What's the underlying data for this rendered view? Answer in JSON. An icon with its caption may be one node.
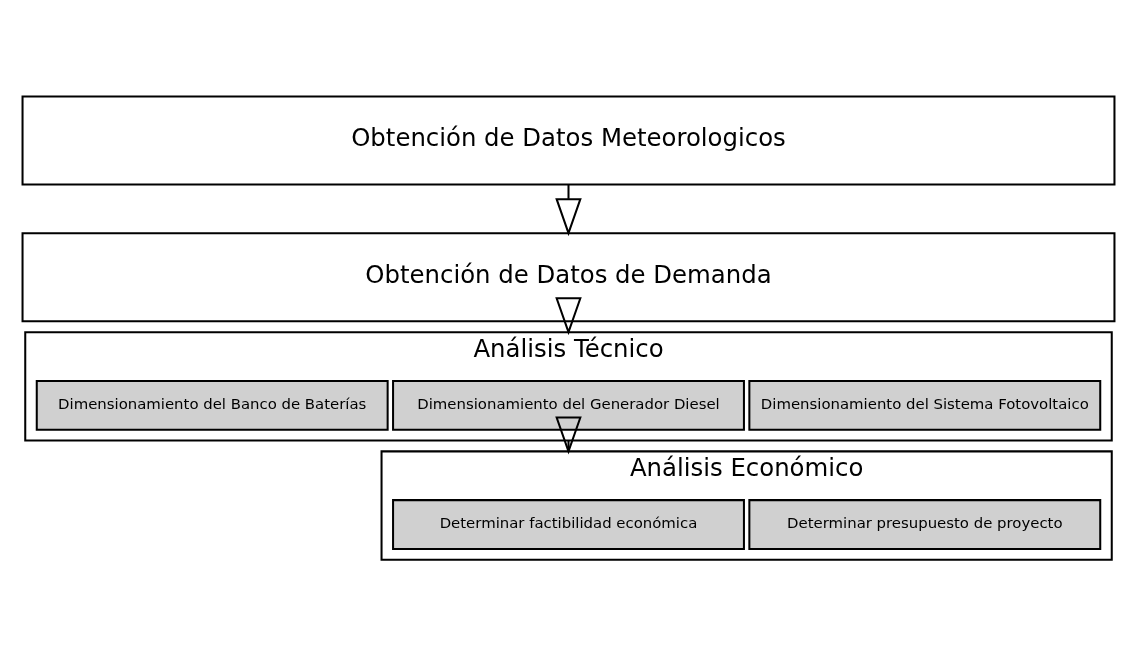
{
  "diagram": {
    "nodes": [
      {
        "text": [
          "Obtención de Datos Meteorologicos"
        ]
      },
      {
        "text": [
          "Obtención de Datos de Demanda"
        ]
      },
      {
        "text": [
          "Análisis Técnico"
        ]
      },
      {
        "text": [
          "Dimensionamiento del Sistema Fotovoltaico"
        ],
        "in": 2
      },
      {
        "text": [
          "Dimensionamiento del Generador Diesel"
        ],
        "in": 2
      },
      {
        "text": [
          "Dimensionamiento del Banco de Baterías"
        ],
        "in": 2
      },
      {
        "text": [
          "Análisis Económico"
        ]
      },
      {
        "text": [
          "Determinar presupuesto de proyecto"
        ],
        "in": 6
      },
      {
        "text": [
          "Determinar factibilidad económica"
        ],
        "in": 6
      }
    ],
    "edges": [
      {
        "from": 0,
        "to": 1,
        "arrow": "to"
      },
      {
        "from": 1,
        "to": 2,
        "arrow": "to"
      },
      {
        "from": 2,
        "to": 6,
        "arrow": "to"
      }
    ]
  }
}
